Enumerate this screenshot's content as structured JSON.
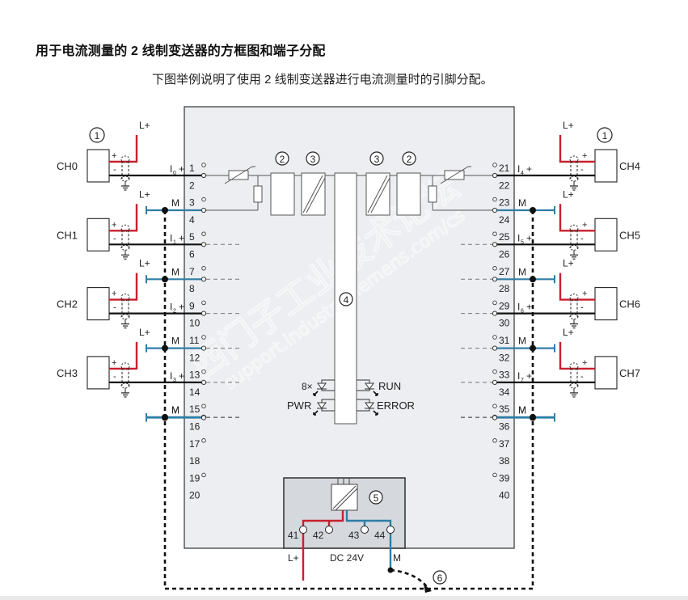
{
  "page": {
    "title": "用于电流测量的 2 线制变送器的方框图和端子分配",
    "subtitle": "下图举例说明了使用 2 线制变送器进行电流测量时的引脚分配。"
  },
  "diagram": {
    "colors": {
      "lplus_wire": "#c8202e",
      "m_wire": "#2f7ea6",
      "signal_wire": "#111111",
      "module_fill": "#eceef1",
      "psu_fill": "#d5d9de"
    },
    "left_channels": [
      {
        "name": "CH0",
        "signal_label": "I",
        "signal_sub": "0",
        "lplus": "L+",
        "plus": "+",
        "minus": "-",
        "m": "M"
      },
      {
        "name": "CH1",
        "signal_label": "I",
        "signal_sub": "1",
        "lplus": "L+",
        "plus": "+",
        "minus": "-",
        "m": "M"
      },
      {
        "name": "CH2",
        "signal_label": "I",
        "signal_sub": "2",
        "lplus": "L+",
        "plus": "+",
        "minus": "-",
        "m": "M"
      },
      {
        "name": "CH3",
        "signal_label": "I",
        "signal_sub": "3",
        "lplus": "L+",
        "plus": "+",
        "minus": "-",
        "m": "M"
      }
    ],
    "right_channels": [
      {
        "name": "CH4",
        "signal_label": "I",
        "signal_sub": "4",
        "lplus": "L+",
        "plus": "+",
        "minus": "-",
        "m": "M"
      },
      {
        "name": "CH5",
        "signal_label": "I",
        "signal_sub": "5",
        "lplus": "L+",
        "plus": "+",
        "minus": "-",
        "m": "M"
      },
      {
        "name": "CH6",
        "signal_label": "I",
        "signal_sub": "6",
        "lplus": "L+",
        "plus": "+",
        "minus": "-",
        "m": "M"
      },
      {
        "name": "CH7",
        "signal_label": "I",
        "signal_sub": "7",
        "lplus": "L+",
        "plus": "+",
        "minus": "-",
        "m": "M"
      }
    ],
    "last_m_label": "M",
    "left_terminals": [
      "1",
      "2",
      "3",
      "4",
      "5",
      "6",
      "7",
      "8",
      "9",
      "10",
      "11",
      "12",
      "13",
      "14",
      "15",
      "16",
      "17",
      "18",
      "19",
      "20"
    ],
    "right_terminals": [
      "21",
      "22",
      "23",
      "24",
      "25",
      "26",
      "27",
      "28",
      "29",
      "30",
      "31",
      "32",
      "33",
      "34",
      "35",
      "36",
      "37",
      "38",
      "39",
      "40"
    ],
    "callouts": {
      "sensor_left": "1",
      "sensor_right": "1",
      "block2_left": "2",
      "block3_left": "3",
      "block3_right": "3",
      "block2_right": "2",
      "backplane": "4",
      "psu": "5",
      "equipotential": "6"
    },
    "leds": {
      "channel": "8×",
      "run": "RUN",
      "pwr": "PWR",
      "error": "ERROR"
    },
    "psu": {
      "terminals": [
        "41",
        "42",
        "43",
        "44"
      ],
      "lplus": "L+",
      "voltage": "DC 24V",
      "m": "M"
    },
    "watermark": {
      "cn": "西门子工业技术论坛",
      "url": "support.industry.siemens.com/cs"
    }
  }
}
